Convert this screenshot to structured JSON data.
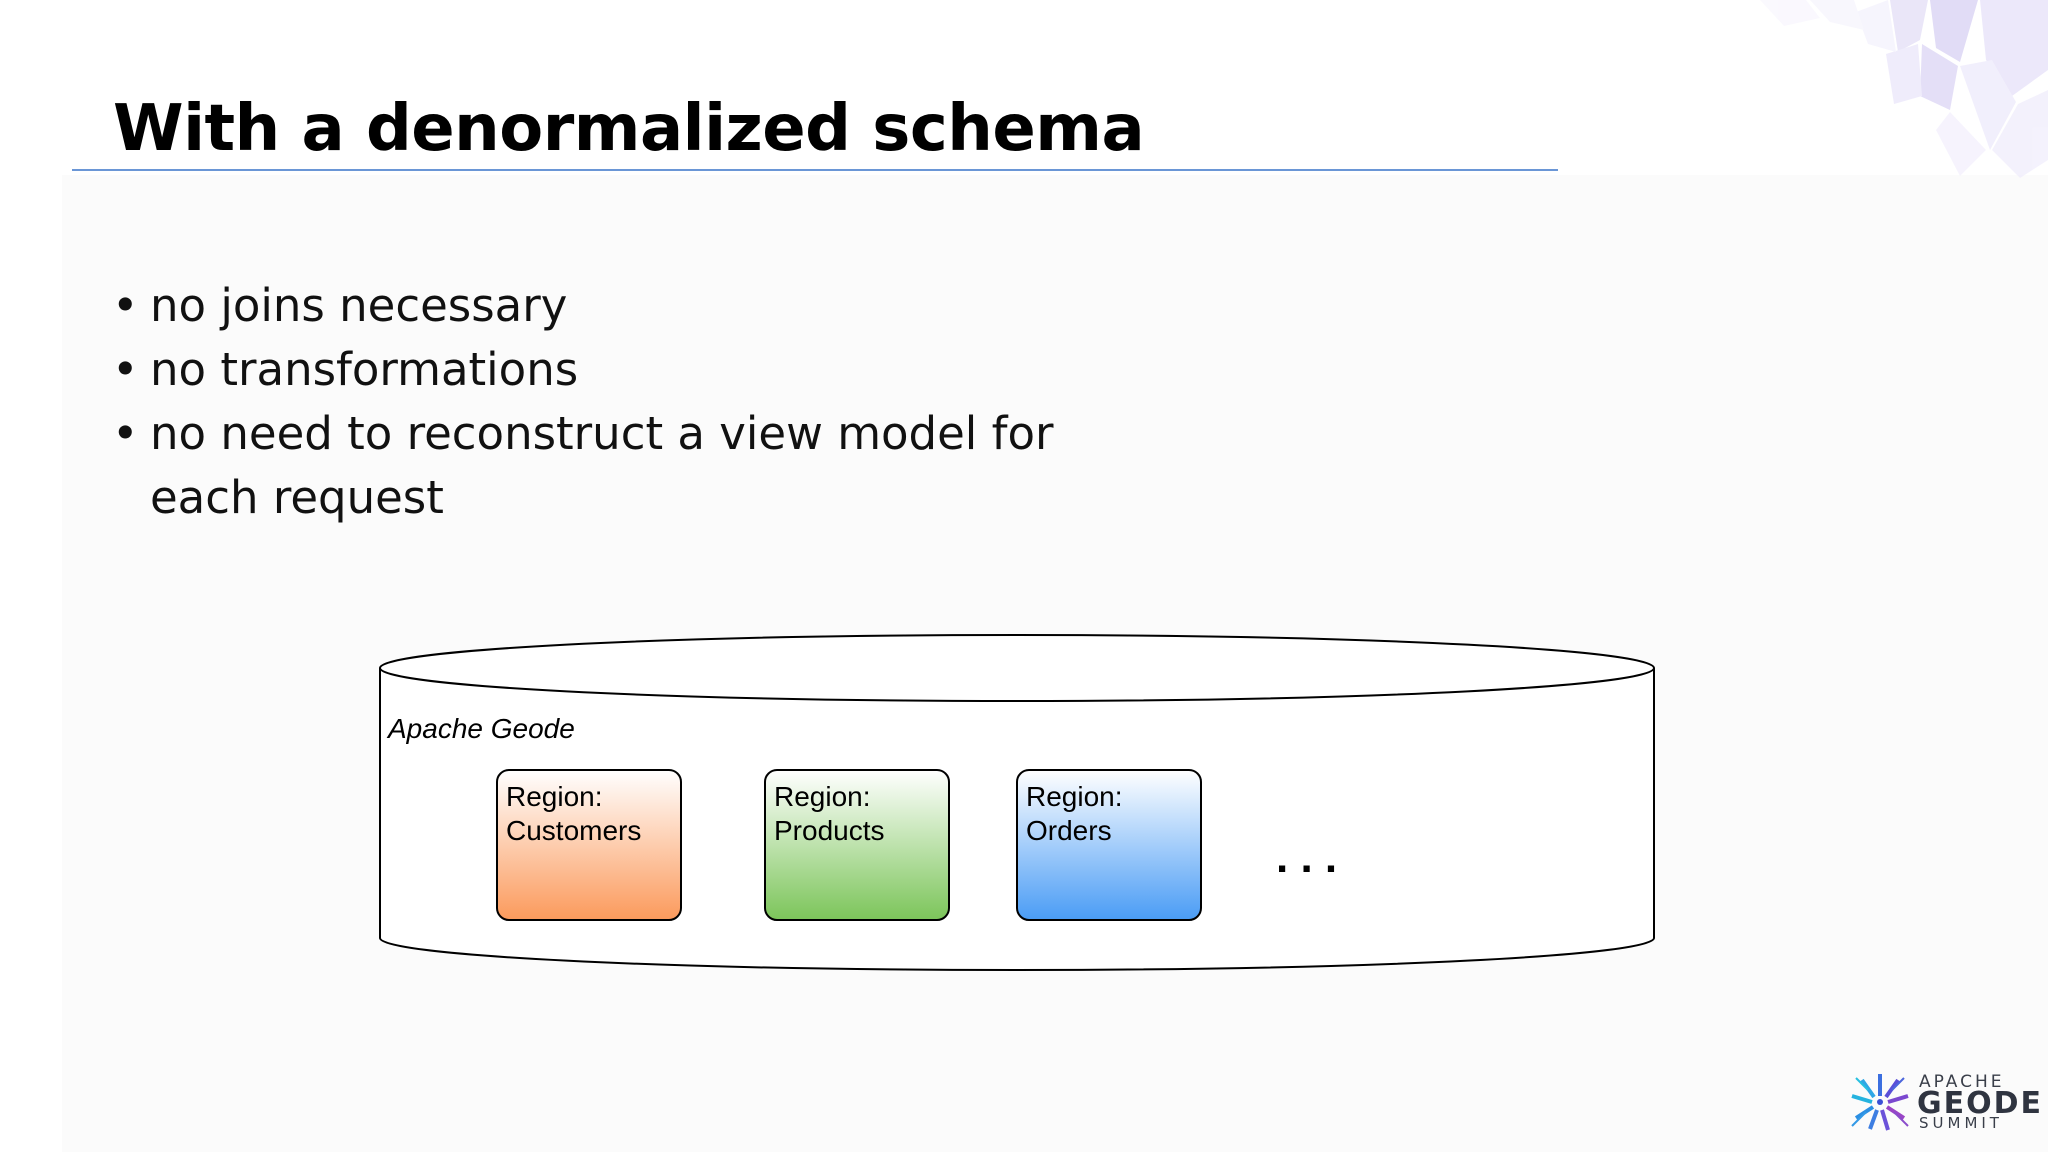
{
  "slide": {
    "title": "With a denormalized schema",
    "bullets": [
      "no joins necessary",
      "no transformations",
      "no need to reconstruct a view model for each request"
    ],
    "bullet_glyph": "•",
    "accent_color": "#6a96d6"
  },
  "diagram": {
    "container_label": "Apache Geode",
    "regions": [
      {
        "line1": "Region:",
        "line2": "Customers",
        "color_top": "#ffffff",
        "color_bottom": "#fb9a5c"
      },
      {
        "line1": "Region:",
        "line2": "Products",
        "color_top": "#ffffff",
        "color_bottom": "#7cc55a"
      },
      {
        "line1": "Region:",
        "line2": "Orders",
        "color_top": "#ffffff",
        "color_bottom": "#4a9cf5"
      }
    ],
    "ellipsis": ". . ."
  },
  "logo": {
    "line1": "APACHE",
    "line2": "GEODE",
    "line3": "SUMMIT"
  },
  "icons": {
    "logo_mark": "geode-burst-icon",
    "decoration": "crystal-decoration"
  }
}
